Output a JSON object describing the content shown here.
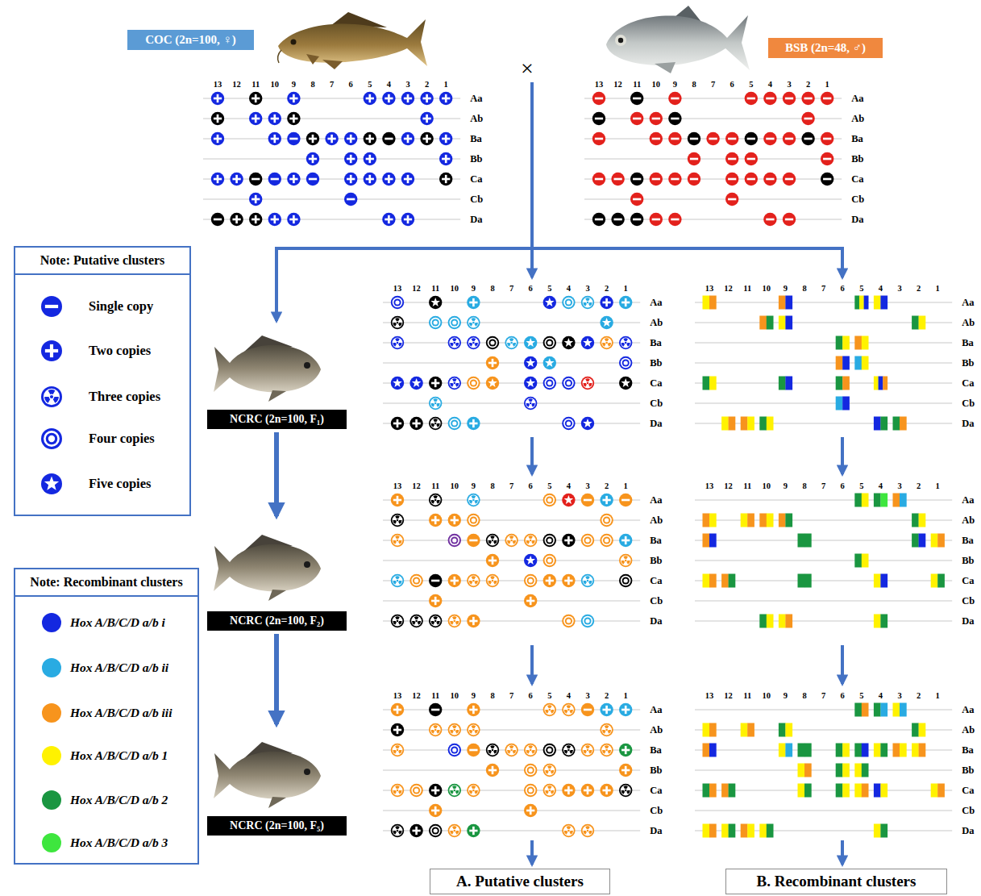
{
  "diagram": {
    "nodes": [
      {
        "text": [
          "COC (2n=100, ♀)"
        ]
      },
      {
        "text": [
          "BSB (2n=48, ♂)"
        ]
      },
      {
        "text": [
          "Note: Putative clusters"
        ]
      },
      {
        "text": [
          "NCRC (2n=100, F₁)"
        ]
      },
      {
        "text": [
          "Note: Recombinant clusters"
        ]
      },
      {
        "text": [
          "NCRC (2n=100, F₂)"
        ]
      },
      {
        "text": [
          "NCRC (2n=100, F₅)"
        ]
      },
      {
        "text": [
          "A. Putative clusters"
        ]
      },
      {
        "text": [
          "B. Recombinant clusters"
        ]
      }
    ],
    "labels": [
      "×",
      "13",
      "12",
      "11",
      "10",
      "9",
      "8",
      "7",
      "6",
      "5",
      "4",
      "3",
      "2",
      "1",
      "Aa",
      "Ab",
      "Ba",
      "Bb",
      "Ca",
      "Cb",
      "Da",
      "13",
      "12",
      "11",
      "10",
      "9",
      "8",
      "7",
      "6",
      "5",
      "4",
      "3",
      "2",
      "1",
      "Aa",
      "Ab",
      "Ba",
      "Bb",
      "Ca",
      "Cb",
      "Da",
      "13",
      "12",
      "11",
      "10",
      "9",
      "8",
      "7",
      "6",
      "5",
      "4",
      "3",
      "2",
      "1",
      "Aa",
      "Ab",
      "Ba",
      "Bb",
      "Ca",
      "Cb",
      "Da",
      "13",
      "12",
      "11",
      "10",
      "9",
      "8",
      "7",
      "6",
      "5",
      "4",
      "3",
      "2",
      "1",
      "Aa",
      "Ab",
      "Ba",
      "Bb",
      "Ca",
      "Cb",
      "Da",
      "13",
      "12",
      "11",
      "10",
      "9",
      "8",
      "7",
      "6",
      "5",
      "4",
      "3",
      "2",
      "1",
      "Aa",
      "Ab",
      "Ba",
      "Bb",
      "Ca",
      "Cb",
      "Da",
      "13",
      "12",
      "11",
      "10",
      "9",
      "8",
      "7",
      "6",
      "5",
      "4",
      "3",
      "2",
      "1",
      "Aa",
      "Ab",
      "Ba",
      "Bb",
      "Ca",
      "Cb",
      "Da",
      "13",
      "12",
      "11",
      "10",
      "9",
      "8",
      "7",
      "6",
      "5",
      "4",
      "3",
      "2",
      "1",
      "Aa",
      "Ab",
      "Ba",
      "Bb",
      "Ca",
      "Cb",
      "Da",
      "13",
      "12",
      "11",
      "10",
      "9",
      "8",
      "7",
      "6",
      "5",
      "4",
      "3",
      "2",
      "1",
      "Aa",
      "Ab",
      "Ba",
      "Bb",
      "Ca",
      "Cb",
      "Da"
    ],
    "legend": [
      {
        "text": "Single copy"
      },
      {
        "text": "Two copies"
      },
      {
        "text": "Three copies"
      },
      {
        "text": "Four copies"
      },
      {
        "text": "Five copies"
      },
      {
        "text": "Hox A/B/C/D a/b i",
        "color": "#1428e0"
      },
      {
        "text": "Hox A/B/C/D a/b ii",
        "color": "#29abe2"
      },
      {
        "text": "Hox A/B/C/D a/b iii",
        "color": "#f7941d"
      },
      {
        "text": "Hox A/B/C/D a/b 1",
        "color": "#fff200"
      },
      {
        "text": "Hox A/B/C/D a/b 2",
        "color": "#1a9641"
      },
      {
        "text": "Hox A/B/C/D a/b 3",
        "color": "#3ee63e"
      }
    ]
  }
}
